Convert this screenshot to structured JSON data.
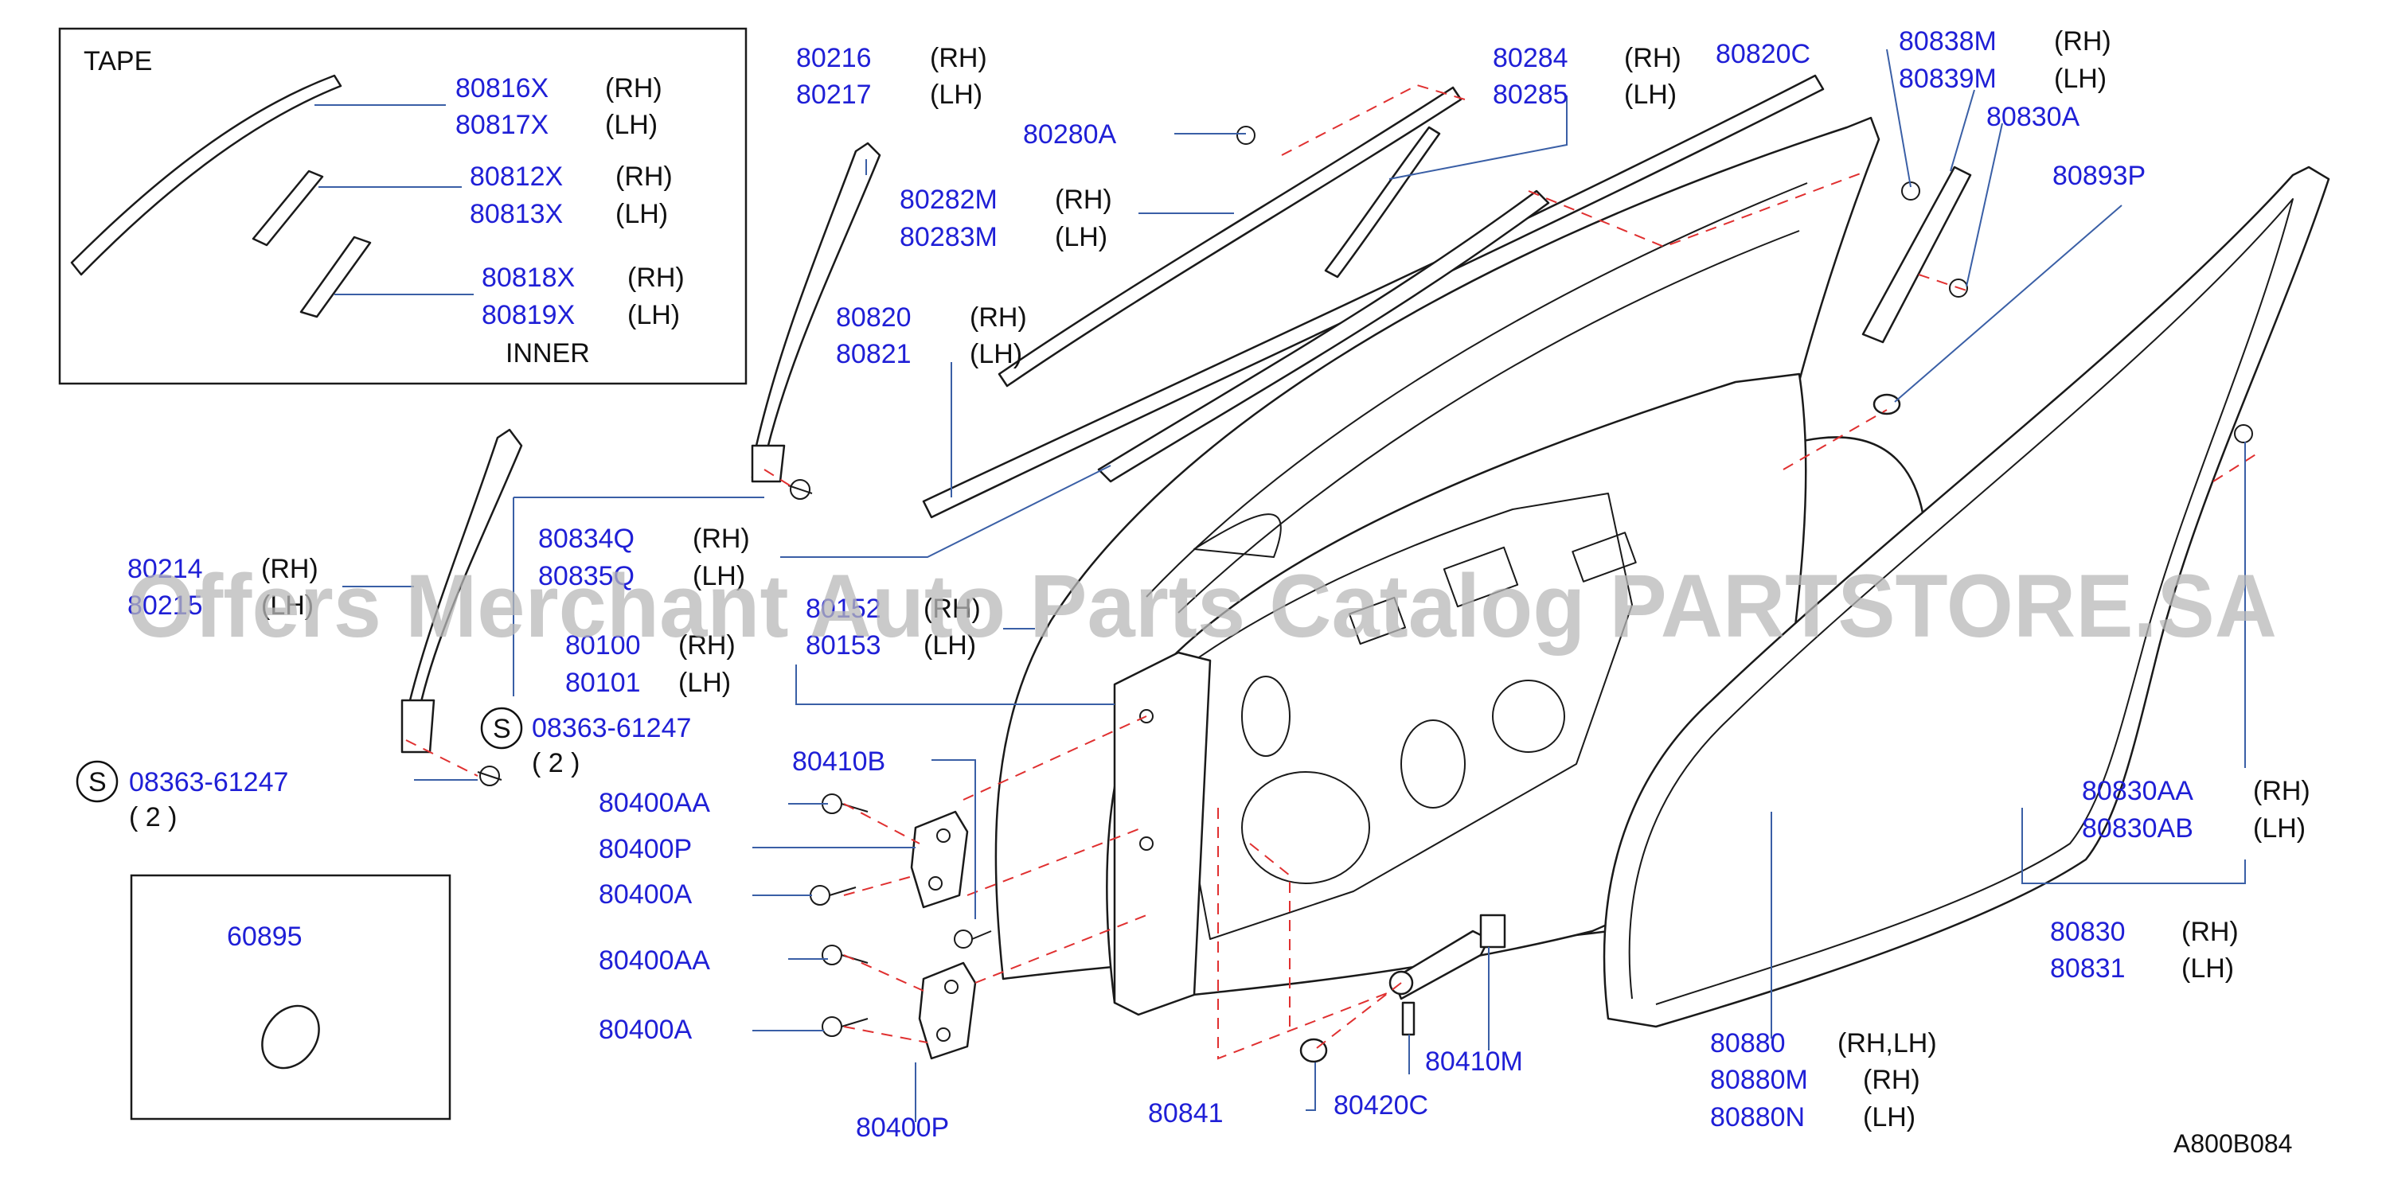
{
  "tape_box": {
    "title": "TAPE",
    "inner": "INNER"
  },
  "labels": {
    "p80816X": "80816X",
    "p80817X": "80817X",
    "p80812X": "80812X",
    "p80813X": "80813X",
    "p80818X": "80818X",
    "p80819X": "80819X",
    "p80216": "80216",
    "p80217": "80217",
    "p80280A": "80280A",
    "p80282M": "80282M",
    "p80283M": "80283M",
    "p80284": "80284",
    "p80285": "80285",
    "p80820C": "80820C",
    "p80838M": "80838M",
    "p80839M": "80839M",
    "p80830A": "80830A",
    "p80893P": "80893P",
    "p80820": "80820",
    "p80821": "80821",
    "p80214": "80214",
    "p80215": "80215",
    "p80834Q": "80834Q",
    "p80835Q": "80835Q",
    "p80152": "80152",
    "p80153": "80153",
    "p80100": "80100",
    "p80101": "80101",
    "p08363a": "08363-61247",
    "p08363b": "08363-61247",
    "p80410B": "80410B",
    "p80400AA1": "80400AA",
    "p80400P1": "80400P",
    "p80400A1": "80400A",
    "p80400AA2": "80400AA",
    "p80400A2": "80400A",
    "p80400P2": "80400P",
    "p60895": "60895",
    "p80841": "80841",
    "p80420C": "80420C",
    "p80410M": "80410M",
    "p80880": "80880",
    "p80880M": "80880M",
    "p80880N": "80880N",
    "p80830AA": "80830AA",
    "p80830AB": "80830AB",
    "p80830": "80830",
    "p80831": "80831"
  },
  "sides": {
    "rh": "(RH)",
    "lh": "(LH)",
    "rhlh": "(RH,LH)",
    "rh_alt": "(RH)",
    "lh_alt": "(LH)"
  },
  "qty": "( 2 )",
  "s_mark": "S",
  "diagram_code": "A800B084",
  "watermark": "Offers Merchant Auto Parts Catalog PARTSTORE.SA",
  "colors": {
    "part_number": "#1f1fd6",
    "leader": "#3a5fa6",
    "dashed": "#e03030",
    "watermark": "#b8b8b8"
  }
}
